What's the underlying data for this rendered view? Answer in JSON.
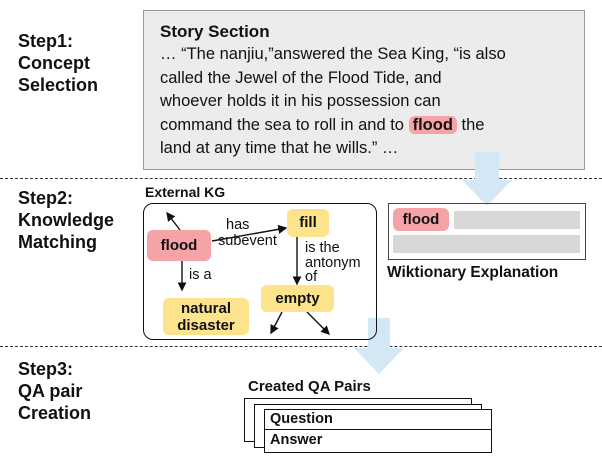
{
  "steps": [
    {
      "line1": "Step1:",
      "line2": "Concept",
      "line3": "Selection"
    },
    {
      "line1": "Step2:",
      "line2": "Knowledge",
      "line3": "Matching"
    },
    {
      "line1": "Step3:",
      "line2": "QA pair",
      "line3": "Creation"
    }
  ],
  "story": {
    "title": "Story Section",
    "line1": "… “The nanjiu,”answered the Sea King, “is also",
    "line2": "called the Jewel of the Flood Tide, and",
    "line3": "whoever holds it in his possession can",
    "line4_before": "command the sea to roll in and to",
    "highlight": "flood",
    "line4_after": "the",
    "line5": "land at any time that he wills.”  …"
  },
  "kg": {
    "title": "External KG",
    "nodes": {
      "flood": "flood",
      "fill": "fill",
      "empty": "empty",
      "natural_line1": "natural",
      "natural_line2": "disaster"
    },
    "edges": {
      "has_subevent_line1": "has",
      "has_subevent_line2": "subevent",
      "is_a": "is a",
      "antonym_line1": "is the",
      "antonym_line2": "antonym",
      "antonym_line3": "of"
    }
  },
  "wiktionary": {
    "word": "flood",
    "label": "Wiktionary Explanation"
  },
  "qa": {
    "title": "Created QA Pairs",
    "question": "Question",
    "answer": "Answer"
  },
  "colors": {
    "highlight_red": "#f5a3a6",
    "node_yellow": "#fde38c",
    "arrow_blue": "#d3e8f4",
    "panel_gray": "#ececec"
  }
}
